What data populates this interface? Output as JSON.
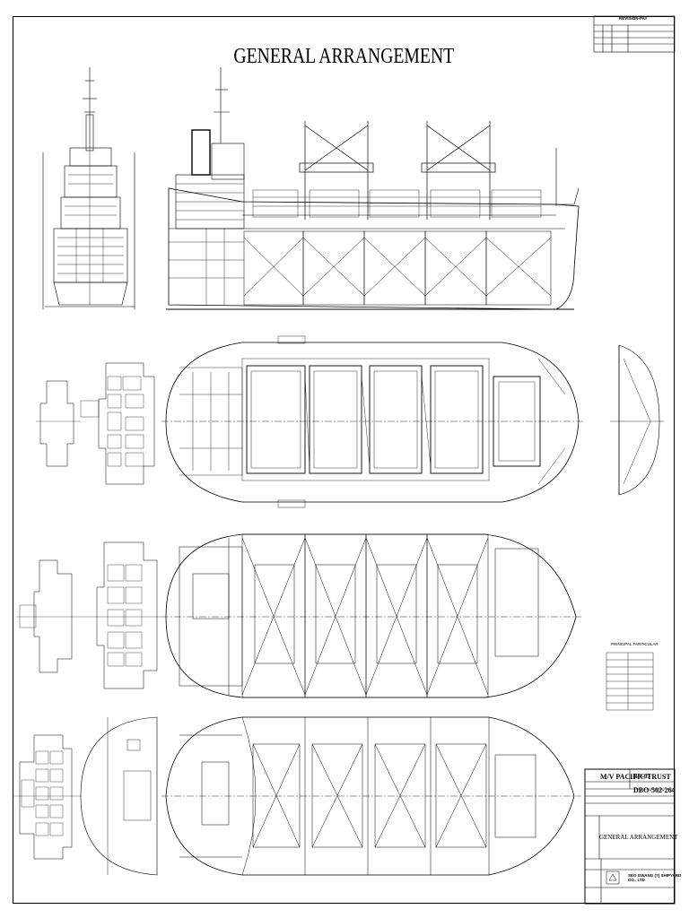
{
  "drawing": {
    "title": "GENERAL ARRANGEMENT"
  },
  "revision_block": {
    "title": "REVISION-PAY"
  },
  "particulars": {
    "title": "PRINCIPAL PARTICULAR"
  },
  "title_block": {
    "ship_name": "M/V PACIFIC TRUST",
    "hull_number": "BR-03",
    "drawing_number": "DBO-502-264",
    "drawing_title": "GENERAL ARRANGEMENT",
    "company": "SEO GWANG (?) SHIPYARD CO., LTD"
  },
  "colors": {
    "line": "#000000",
    "background": "#ffffff"
  }
}
